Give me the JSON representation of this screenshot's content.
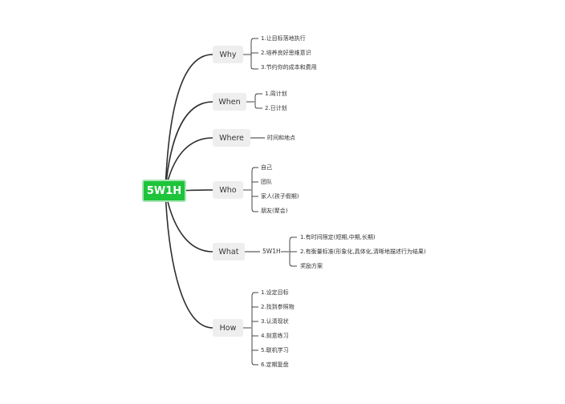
{
  "root": {
    "label": "5W1H"
  },
  "branches": {
    "why": {
      "label": "Why",
      "items": [
        "1.让目标落地执行",
        "2.培养良好思维意识",
        "3.节约你的成本和费用"
      ]
    },
    "when": {
      "label": "When",
      "items": [
        "1.周计划",
        "2.日计划"
      ]
    },
    "where": {
      "label": "Where",
      "items": [
        "时间和地点"
      ]
    },
    "who": {
      "label": "Who",
      "items": [
        "自己",
        "团队",
        "家人(孩子假期)",
        "朋友(聚会)"
      ]
    },
    "what": {
      "label": "What",
      "sub": "5W1H",
      "items": [
        "1.有时间限定(短期,中期,长期)",
        "2.有衡量标准(形象化,具体化,清晰地描述行为结果)",
        "奖励方案"
      ]
    },
    "how": {
      "label": "How",
      "items": [
        "1.设定目标",
        "2.找到参照物",
        "3.认清现状",
        "4.刻意练习",
        "5.联机学习",
        "6.定期复盘"
      ]
    }
  },
  "colors": {
    "root_fill": "#1ec43a",
    "root_border": "#a8e6b4",
    "branch_fill": "#eeeeee",
    "line": "#333333"
  }
}
